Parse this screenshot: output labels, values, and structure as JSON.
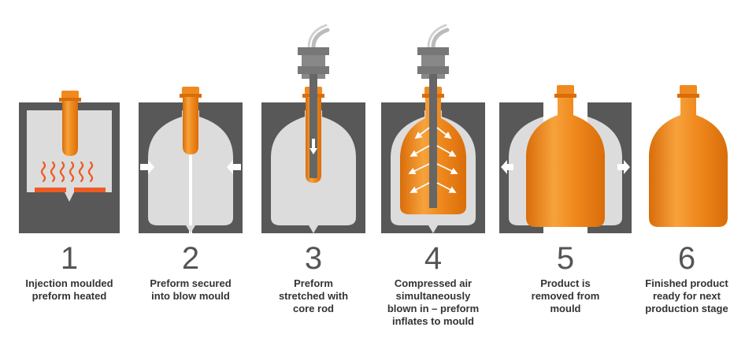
{
  "colors": {
    "mould": "#585858",
    "mould_edge": "#4a4a4a",
    "cavity": "#dcdcdc",
    "cavity_light": "#ececec",
    "orange": "#f08a1e",
    "orange_dark": "#d96d0a",
    "orange_light": "#f7b35c",
    "heater": "#ee5a24",
    "rod": "#666666",
    "text": "#333333",
    "number": "#555555"
  },
  "steps": [
    {
      "number": "1",
      "caption": "Injection moulded\npreform heated"
    },
    {
      "number": "2",
      "caption": "Preform secured\ninto blow mould"
    },
    {
      "number": "3",
      "caption": "Preform\nstretched with\ncore rod"
    },
    {
      "number": "4",
      "caption": "Compressed air\nsimultaneously\nblown in – preform\ninflates to mould"
    },
    {
      "number": "5",
      "caption": "Product is\nremoved from\nmould"
    },
    {
      "number": "6",
      "caption": "Finished product\nready for next\nproduction stage"
    }
  ]
}
